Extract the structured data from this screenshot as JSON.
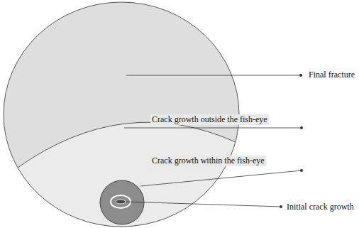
{
  "diagram": {
    "labels": [
      "Final fracture",
      "Crack growth outside the fish-eye",
      "Crack growth within the fish-eye",
      "Initial crack growth"
    ]
  }
}
